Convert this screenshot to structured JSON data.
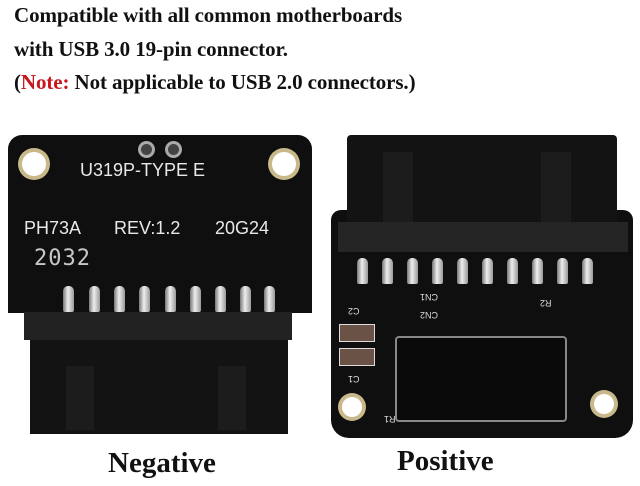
{
  "headline": {
    "line1": "Compatible with all common motherboards",
    "line2": "with USB 3.0 19-pin connector.",
    "line3_open": "(",
    "line3_note": "Note:",
    "line3_rest": " Not applicable to USB 2.0 connectors.)"
  },
  "colors": {
    "note": "#c8161d",
    "text": "#111111",
    "pcb": "#0f0f0f"
  },
  "negative_side": {
    "caption": "Negative",
    "silkscreen": {
      "model": "U319P-TYPE E",
      "part": "PH73A",
      "revision": "REV:1.2",
      "code": "20G24",
      "date_code": "2032"
    }
  },
  "positive_side": {
    "caption": "Positive",
    "silkscreen": {
      "cn1": "CN1",
      "cn2": "CN2",
      "c1": "C1",
      "c2": "C2",
      "r1": "R1",
      "r2": "R2"
    }
  }
}
